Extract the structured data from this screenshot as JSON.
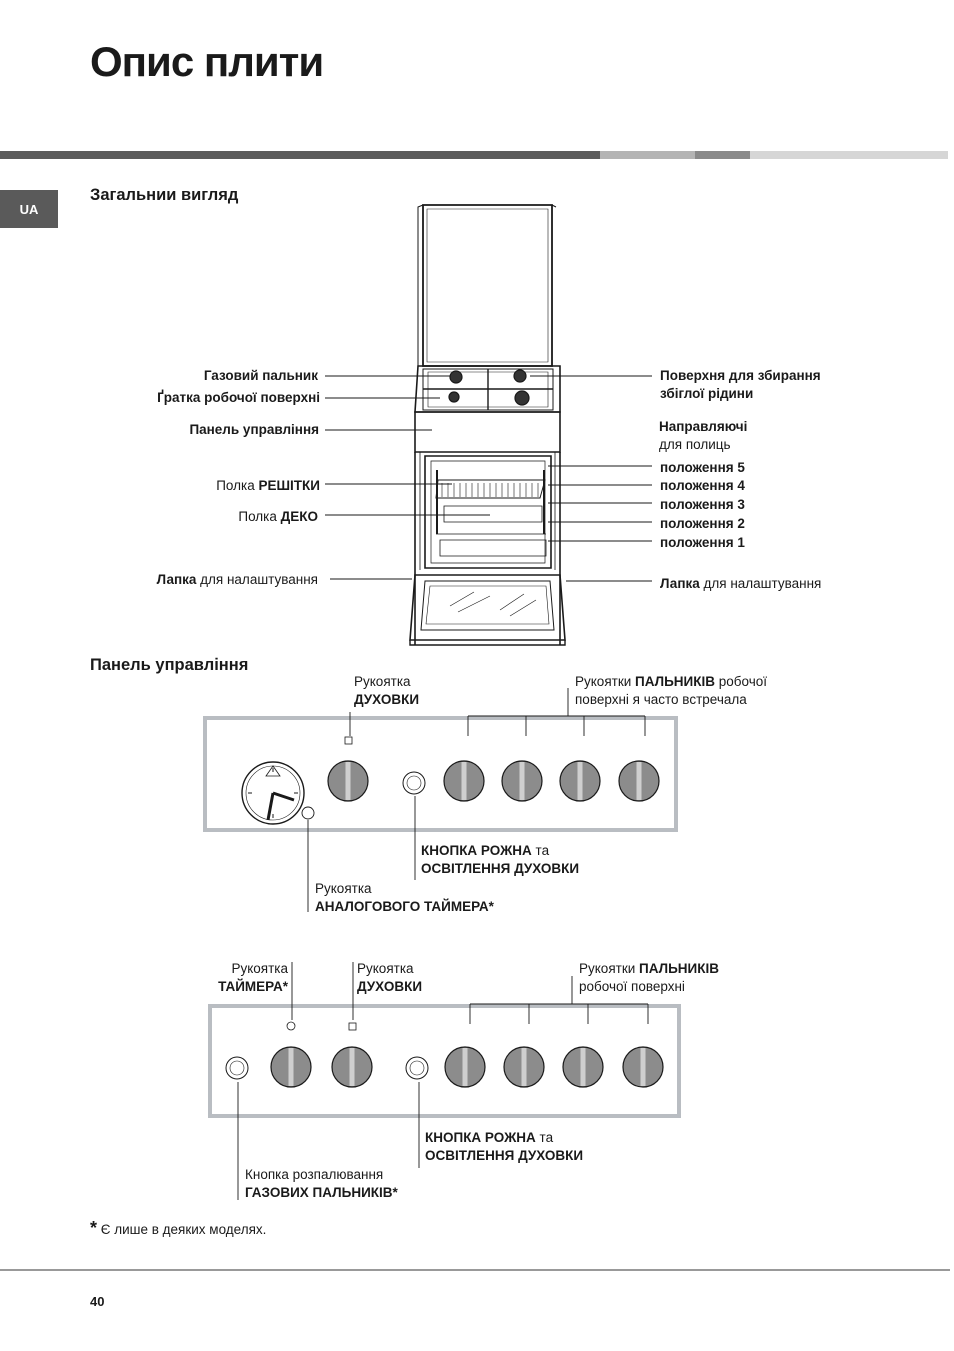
{
  "page_title": "Опис плити",
  "lang_tab": "UA",
  "section_general": "Загальнии вигляд",
  "section_panel": "Панель управління",
  "stove_left": {
    "burner": "Газовий пальник",
    "grate": "Ґратка робочої поверхні",
    "panel": "Панель управління",
    "rack_pre": "Полка ",
    "rack_b": "РЕШІТКИ",
    "tray_pre": "Полка ",
    "tray_b": "ДЕКО",
    "foot_b": "Лапка",
    "foot_rest": " для налаштування"
  },
  "stove_right": {
    "spill_1": "Поверхня для збирання",
    "spill_2": "збіглої рідини",
    "guides_b": "Направляючі",
    "guides_rest": "для полиць",
    "pos5": "положення 5",
    "pos4": "положення 4",
    "pos3": "положення 3",
    "pos2": "положення 2",
    "pos1": "положення 1",
    "foot_b": "Лапка",
    "foot_rest": " для налаштування"
  },
  "panel1": {
    "oven_1": "Рукоятка",
    "oven_2": "ДУХОВКИ",
    "burners_1a": "Рукоятки ",
    "burners_1b": "ПАЛЬНИКІВ",
    "burners_1c": " робочої",
    "burners_2": "поверхні  я часто встречала",
    "spit_b": "КНОПКА РОЖНА",
    "spit_rest": " та",
    "light": "ОСВІТЛЕННЯ ДУХОВКИ",
    "timer_1": "Рукоятка",
    "timer_2": "АНАЛОГОВОГО ТАЙМЕРА*"
  },
  "panel2": {
    "timer_1": "Рукоятка",
    "timer_2": "ТАЙМЕРА*",
    "oven_1": "Рукоятка",
    "oven_2": "ДУХОВКИ",
    "burners_1a": "Рукоятки ",
    "burners_1b": "ПАЛЬНИКІВ",
    "burners_2": "робочої поверхні",
    "spit_b": "КНОПКА РОЖНА",
    "spit_rest": " та",
    "light": "ОСВІТЛЕННЯ ДУХОВКИ",
    "ignite_1": "Кнопка розпалювання",
    "ignite_2": "ГАЗОВИХ ПАЛЬНИКІВ*"
  },
  "footnote_star": "*",
  "footnote": " Є лише в деяких моделях.",
  "page_number": "40",
  "colors": {
    "bar_dark": "#5c5c5c",
    "bar_mid": "#b4b4b4",
    "bar_light": "#d6d6d6",
    "panel_border": "#b9bdc2",
    "knob": "#8c8c8c"
  }
}
